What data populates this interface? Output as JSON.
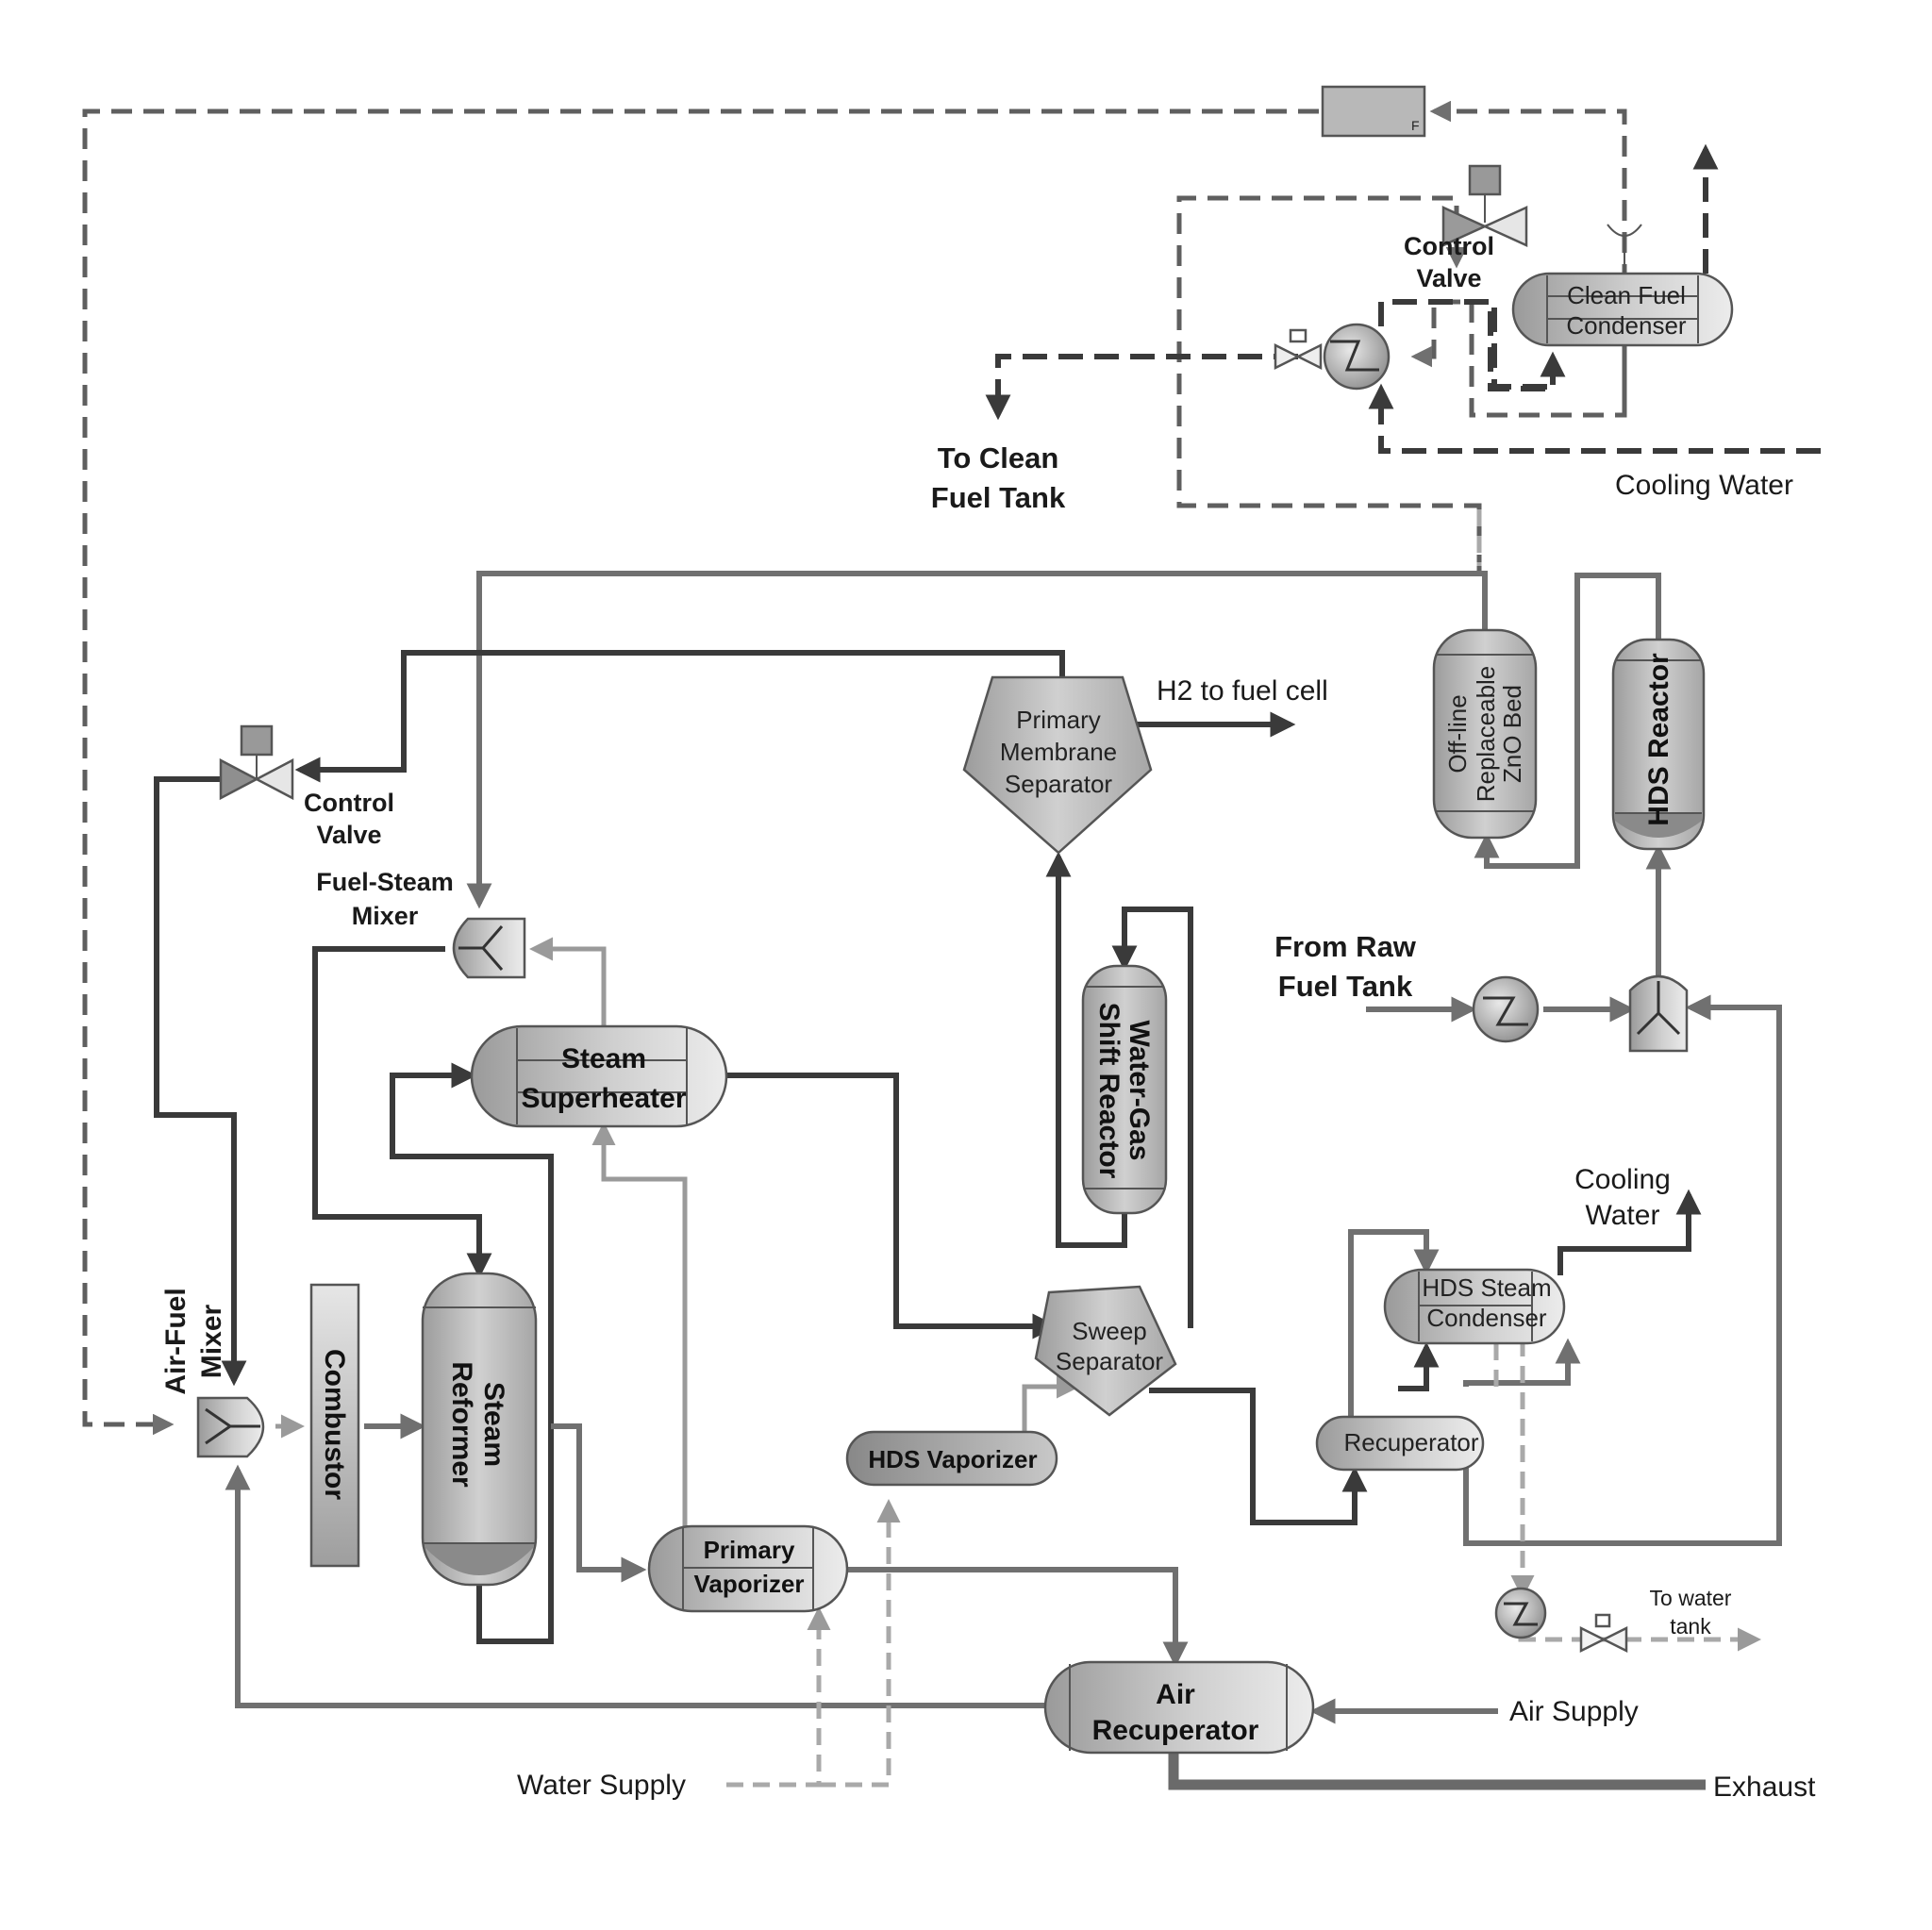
{
  "diagram": {
    "labels": {
      "to_clean_fuel_tank_1": "To Clean",
      "to_clean_fuel_tank_2": "Fuel Tank",
      "cooling_water_top": "Cooling Water",
      "control_valve_top_1": "Control",
      "control_valve_top_2": "Valve",
      "control_valve_left_1": "Control",
      "control_valve_left_2": "Valve",
      "h2_to_fuel_cell": "H2 to fuel cell",
      "fuel_steam_mixer_1": "Fuel-Steam",
      "fuel_steam_mixer_2": "Mixer",
      "from_raw_fuel_tank_1": "From Raw",
      "from_raw_fuel_tank_2": "Fuel Tank",
      "cooling_water_mid_1": "Cooling",
      "cooling_water_mid_2": "Water",
      "air_fuel_mixer_1": "Air-Fuel",
      "air_fuel_mixer_2": "Mixer",
      "to_water_tank_1": "To water",
      "to_water_tank_2": "tank",
      "air_supply": "Air Supply",
      "water_supply": "Water Supply",
      "exhaust": "Exhaust",
      "flow_meter_tag": "F"
    },
    "equipment": {
      "clean_fuel_condenser_1": "Clean Fuel",
      "clean_fuel_condenser_2": "Condenser",
      "primary_membrane_separator_1": "Primary",
      "primary_membrane_separator_2": "Membrane",
      "primary_membrane_separator_3": "Separator",
      "zno_bed_1": "Off-line",
      "zno_bed_2": "Replaceable",
      "zno_bed_3": "ZnO Bed",
      "hds_reactor": "HDS Reactor",
      "water_gas_shift_1": "Water-Gas",
      "water_gas_shift_2": "Shift Reactor",
      "steam_superheater_1": "Steam",
      "steam_superheater_2": "Superheater",
      "sweep_separator_1": "Sweep",
      "sweep_separator_2": "Separator",
      "hds_steam_condenser_1": "HDS Steam",
      "hds_steam_condenser_2": "Condenser",
      "recuperator": "Recuperator",
      "combustor": "Combustor",
      "steam_reformer_1": "Steam",
      "steam_reformer_2": "Reformer",
      "hds_vaporizer": "HDS Vaporizer",
      "primary_vaporizer_1": "Primary",
      "primary_vaporizer_2": "Vaporizer",
      "air_recuperator_1": "Air",
      "air_recuperator_2": "Recuperator"
    },
    "colors": {
      "stream_dark": "#3a3a3a",
      "stream_mid": "#707070",
      "stream_light": "#9a9a9a",
      "equipment_fill": "#c4c4c4",
      "equipment_dark": "#8f8f8f",
      "background": "#ffffff"
    }
  }
}
